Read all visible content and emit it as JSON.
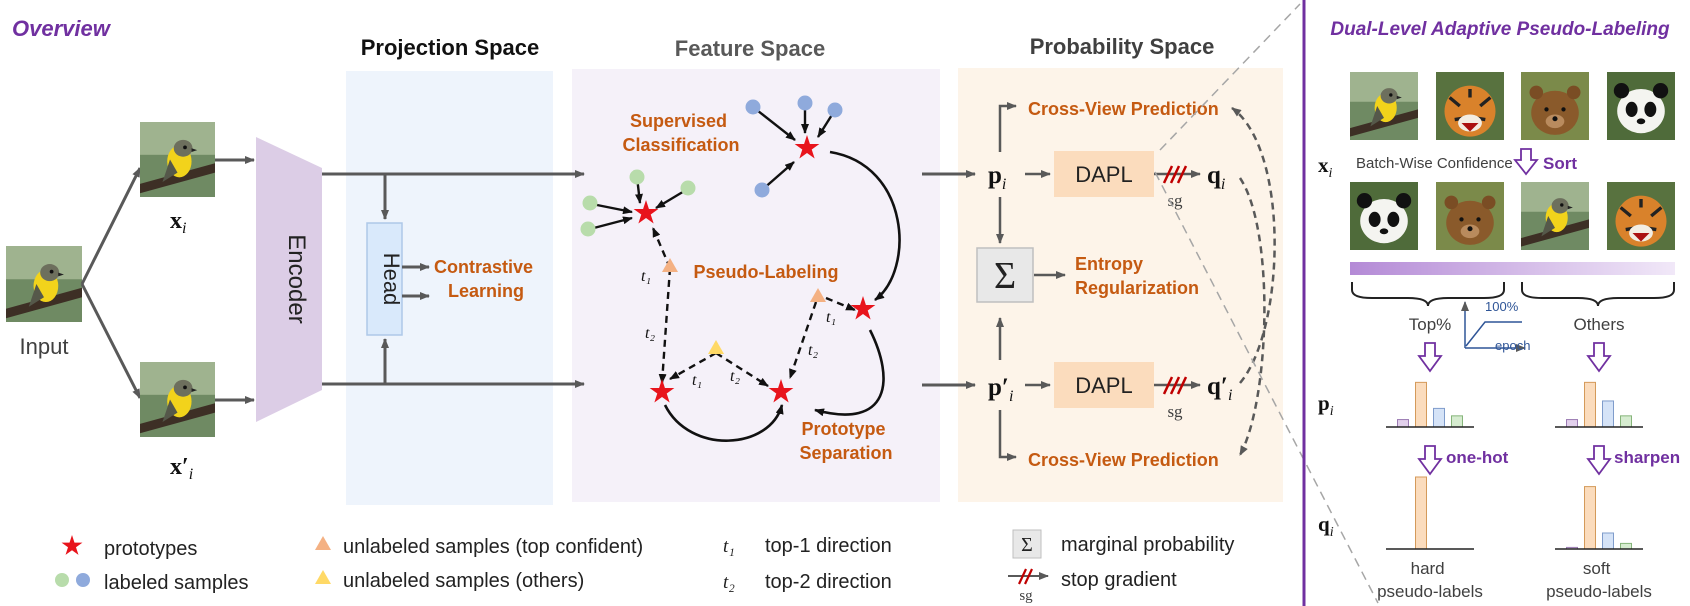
{
  "overview_title": "Overview",
  "input_label": "Input",
  "encoder_label": "Encoder",
  "head_label": "Head",
  "x_i": "x",
  "x_i_sub": "i",
  "x_i_prime": "x′",
  "spaces": {
    "projection": "Projection Space",
    "feature": "Feature Space",
    "probability": "Probability Space"
  },
  "contrastive_learning": [
    "Contrastive",
    "Learning"
  ],
  "supervised_classification": [
    "Supervised",
    "Classification"
  ],
  "pseudo_labeling": "Pseudo-Labeling",
  "prototype_separation": [
    "Prototype",
    "Separation"
  ],
  "t1": "t₁",
  "t2": "t₂",
  "prob": {
    "p_i": "p",
    "q_i": "q",
    "sub_i": "i",
    "dapl": "DAPL",
    "sg": "sg",
    "sigma": "Σ",
    "cross_view_top": "Cross-View Prediction",
    "cross_view_bottom": "Cross-View Prediction",
    "entropy": [
      "Entropy",
      "Regularization"
    ]
  },
  "legend": {
    "prototypes": "prototypes",
    "labeled": "labeled samples",
    "unlabeled_top": "unlabeled samples (top confident)",
    "unlabeled_others": "unlabeled samples (others)",
    "t1_dir": "top-1 direction",
    "t2_dir": "top-2 direction",
    "marginal": "marginal probability",
    "stop_grad": "stop gradient"
  },
  "dapl_panel": {
    "title": "Dual-Level Adaptive Pseudo-Labeling",
    "batch_conf": "Batch-Wise Confidence",
    "sort": "Sort",
    "top_pct": "Top%",
    "others": "Others",
    "hundred": "100%",
    "epoch": "epoch",
    "one_hot": "one-hot",
    "sharpen": "sharpen",
    "hard": [
      "hard",
      "pseudo-labels"
    ],
    "soft": [
      "soft",
      "pseudo-labels"
    ],
    "p_hard": [
      0.12,
      0.72,
      0.3,
      0.18
    ],
    "q_hard": [
      0,
      0.9,
      0,
      0
    ],
    "p_soft": [
      0.12,
      0.72,
      0.42,
      0.18
    ],
    "q_soft": [
      0.02,
      0.78,
      0.2,
      0.07
    ]
  },
  "colors": {
    "purple": "#7030a0",
    "orange_text": "#c55a11",
    "star": "#e8141c",
    "labeled_green": "#b8dcab",
    "labeled_blue": "#8faadc",
    "tri_top": "#f4b183",
    "tri_other": "#ffd966"
  }
}
